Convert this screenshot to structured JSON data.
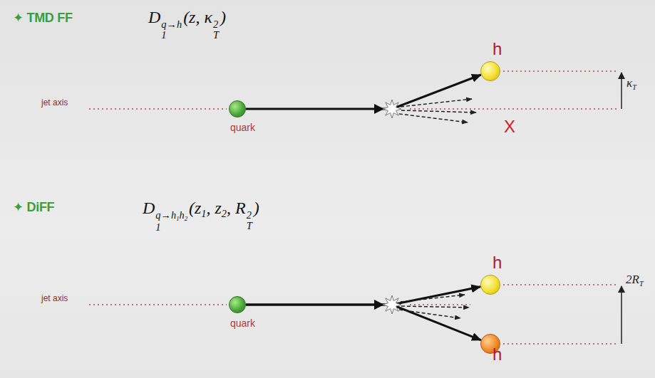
{
  "diagram": {
    "nodes": [
      {
        "text": [
          "quark"
        ]
      },
      {
        "text": [
          "h"
        ]
      },
      {
        "text": [
          "quark"
        ]
      },
      {
        "text": [
          "h"
        ]
      },
      {
        "text": [
          "h"
        ]
      }
    ],
    "edges": [
      {
        "from": 0,
        "to": 1,
        "arrow": "to"
      },
      {
        "from": 2,
        "to": 3,
        "arrow": "to"
      },
      {
        "from": 2,
        "to": 4,
        "arrow": "to"
      }
    ],
    "labels": [
      "✦ TMD FF",
      "D",
      "q→h",
      "1",
      "(z, κ",
      "2",
      "T",
      ")",
      "jet axis",
      "X",
      "κ",
      "T",
      "✦ DiFF",
      "D",
      "q→h",
      "1",
      "h",
      "2",
      "1",
      "(z",
      "1",
      ", z",
      "2",
      ", R",
      "2",
      "T",
      ")",
      "jet axis",
      "2R",
      "T"
    ]
  }
}
